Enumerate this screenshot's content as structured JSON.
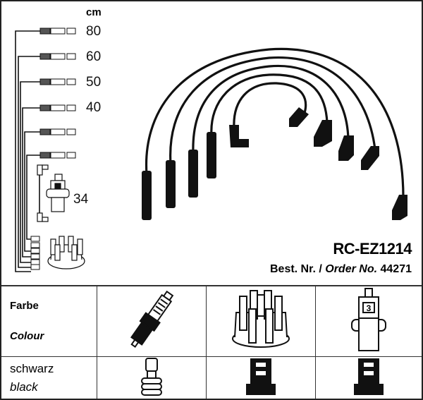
{
  "unit_label": "cm",
  "cable_lengths": [
    "80",
    "60",
    "50",
    "40"
  ],
  "coil_cable_length": "34",
  "product": {
    "code": "RC-EZ1214",
    "order_prefix": "Best. Nr. /",
    "order_label": "Order No.",
    "order_number": "44271"
  },
  "table": {
    "header_de": "Farbe",
    "header_en": "Colour",
    "color_de": "schwarz",
    "color_en": "black",
    "coil_digit": "3"
  }
}
